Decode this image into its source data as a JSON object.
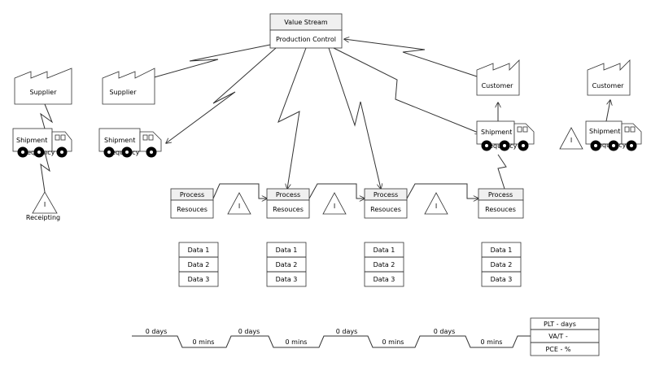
{
  "control": {
    "title": "Value Stream",
    "subtitle": "Production Control"
  },
  "supplier1": {
    "label": "Supplier",
    "truck": "Shipment",
    "freq": "Frequency"
  },
  "supplier2": {
    "label": "Supplier",
    "truck": "Shipment",
    "freq": "Frequency"
  },
  "customer1": {
    "label": "Customer",
    "truck": "Shipment",
    "freq": "Frequency"
  },
  "customer2": {
    "label": "Customer",
    "truck": "Shipment",
    "freq": "Frequency"
  },
  "receipting": {
    "glyph": "I",
    "label": "Receipting"
  },
  "inventory_glyph": "I",
  "processes": [
    {
      "name": "Process",
      "resources": "Resouces",
      "data": [
        "Data 1",
        "Data 2",
        "Data 3"
      ]
    },
    {
      "name": "Process",
      "resources": "Resouces",
      "data": [
        "Data 1",
        "Data 2",
        "Data 3"
      ]
    },
    {
      "name": "Process",
      "resources": "Resouces",
      "data": [
        "Data 1",
        "Data 2",
        "Data 3"
      ]
    },
    {
      "name": "Process",
      "resources": "Resouces",
      "data": [
        "Data 1",
        "Data 2",
        "Data 3"
      ]
    }
  ],
  "timeline": {
    "days": [
      "0 days",
      "0 days",
      "0 days",
      "0 days"
    ],
    "mins": [
      "0 mins",
      "0 mins",
      "0 mins",
      "0 mins"
    ]
  },
  "summary": {
    "plt": "PLT - days",
    "vat": "VA/T -",
    "pce": "PCE - %"
  }
}
